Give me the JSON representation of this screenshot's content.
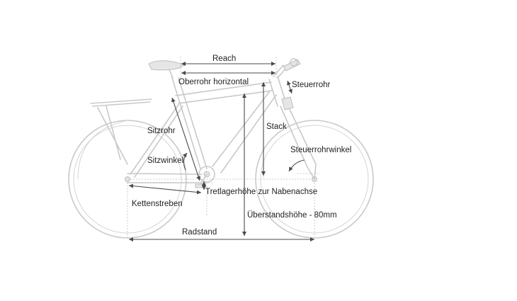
{
  "labels": {
    "reach": "Reach",
    "oberrohr": "Oberrohr horizontal",
    "steuerrohr": "Steuerrohr",
    "sitzrohr": "Sitzrohr",
    "stack": "Stack",
    "steuerrohrwinkel": "Steuerrohrwinkel",
    "sitzwinkel": "Sitzwinkel",
    "tretlager": "Tretlagerhöhe zur Nabenachse",
    "kettenstreben": "Kettenstreben",
    "ueberstand": "Überstandshöhe - 80mm",
    "radstand": "Radstand"
  },
  "colors": {
    "bike": "#c9c9c9",
    "dimension": "#4a4a4a",
    "text": "#222222"
  }
}
